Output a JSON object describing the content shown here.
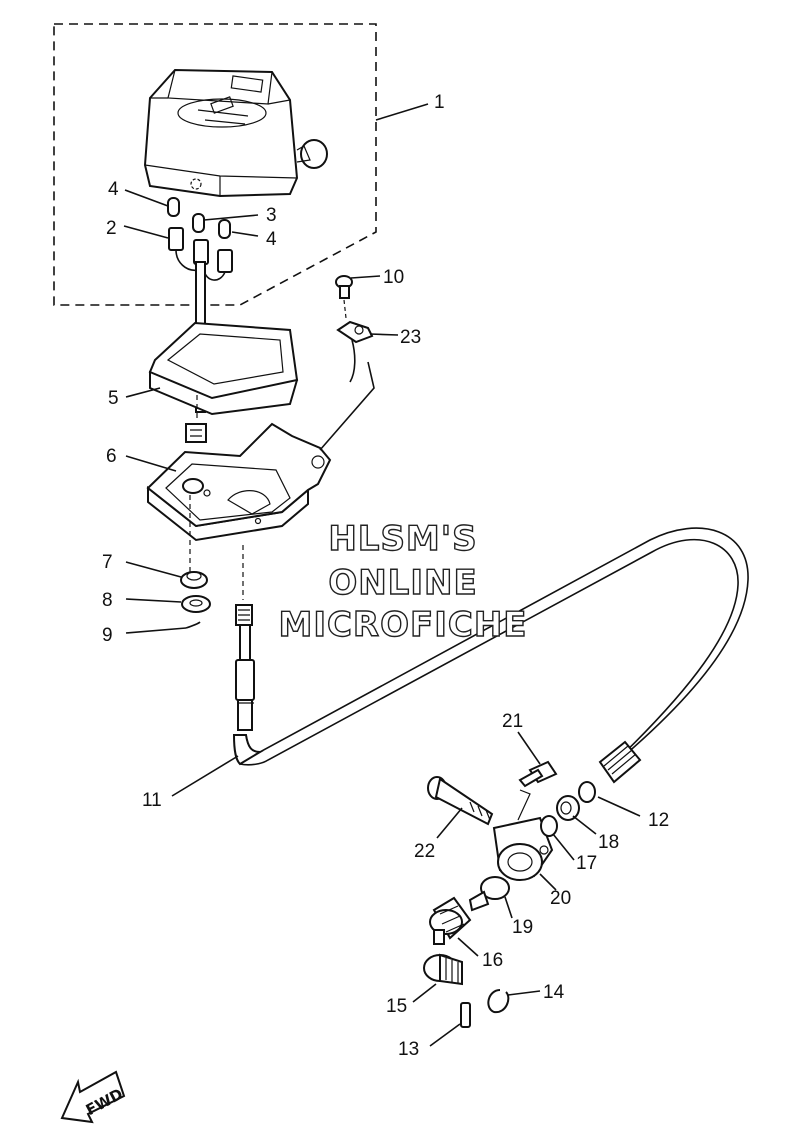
{
  "watermark": {
    "line1": "HLSM'S",
    "line2": "ONLINE",
    "line3": "MICROFICHE"
  },
  "fwd_label": "FWD",
  "callouts": [
    {
      "id": "1",
      "label": "1"
    },
    {
      "id": "2",
      "label": "2"
    },
    {
      "id": "3",
      "label": "3"
    },
    {
      "id": "4a",
      "label": "4"
    },
    {
      "id": "4b",
      "label": "4"
    },
    {
      "id": "5",
      "label": "5"
    },
    {
      "id": "6",
      "label": "6"
    },
    {
      "id": "7",
      "label": "7"
    },
    {
      "id": "8",
      "label": "8"
    },
    {
      "id": "9",
      "label": "9"
    },
    {
      "id": "10",
      "label": "10"
    },
    {
      "id": "11",
      "label": "11"
    },
    {
      "id": "12",
      "label": "12"
    },
    {
      "id": "13",
      "label": "13"
    },
    {
      "id": "14",
      "label": "14"
    },
    {
      "id": "15",
      "label": "15"
    },
    {
      "id": "16",
      "label": "16"
    },
    {
      "id": "17",
      "label": "17"
    },
    {
      "id": "18",
      "label": "18"
    },
    {
      "id": "19",
      "label": "19"
    },
    {
      "id": "20",
      "label": "20"
    },
    {
      "id": "21",
      "label": "21"
    },
    {
      "id": "22",
      "label": "22"
    },
    {
      "id": "23",
      "label": "23"
    }
  ]
}
